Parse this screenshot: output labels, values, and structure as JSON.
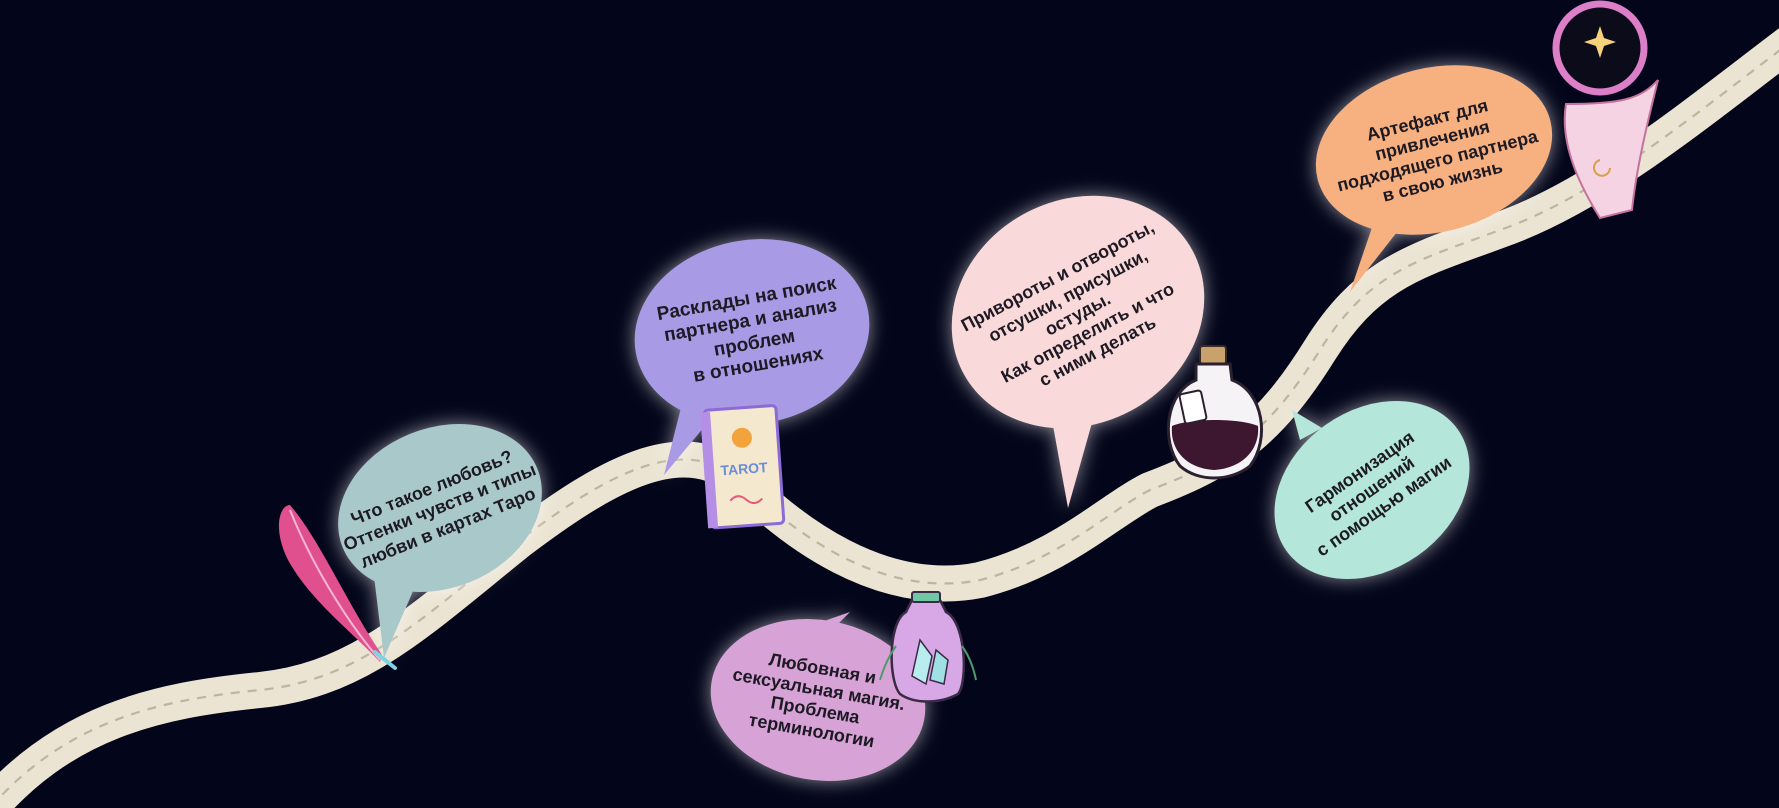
{
  "colors": {
    "background": "#03051a",
    "road": "#ebe4d3",
    "road_dash": "#bdb5a2",
    "glow": "#ffffff"
  },
  "bubbles": [
    {
      "id": "love-taro",
      "text": "Что такое любовь?\nОттенки чувств и типы\nлюбви в картах Таро",
      "color": "#a9c8c9"
    },
    {
      "id": "spreads",
      "text": "Расклады на поиск\nпартнера и анализ\nпроблем\nв отношениях",
      "color": "#a99ae6"
    },
    {
      "id": "love-magic",
      "text": "Любовная и\nсексуальная магия.\nПроблема\nтерминологии",
      "color": "#d7a3d6"
    },
    {
      "id": "spells",
      "text": "Привороты и отвороты,\nотсушки, присушки, остуды.\nКак определить и что\nс ними делать",
      "color": "#f9d9d9"
    },
    {
      "id": "harmonize",
      "text": "Гармонизация\nотношений\nс помощью магии",
      "color": "#b4e6d9"
    },
    {
      "id": "artifact",
      "text": "Артефакт для\nпривлечения\nподходящего партнера\nв свою жизнь",
      "color": "#f7b07f"
    }
  ],
  "icons": {
    "feather": "feather-icon",
    "tarot": "tarot-card-icon",
    "tarot_label": "TAROT",
    "potion": "potion-bottle-icon",
    "crystal": "crystal-jar-icon",
    "hand": "hand-crystal-ball-icon"
  }
}
